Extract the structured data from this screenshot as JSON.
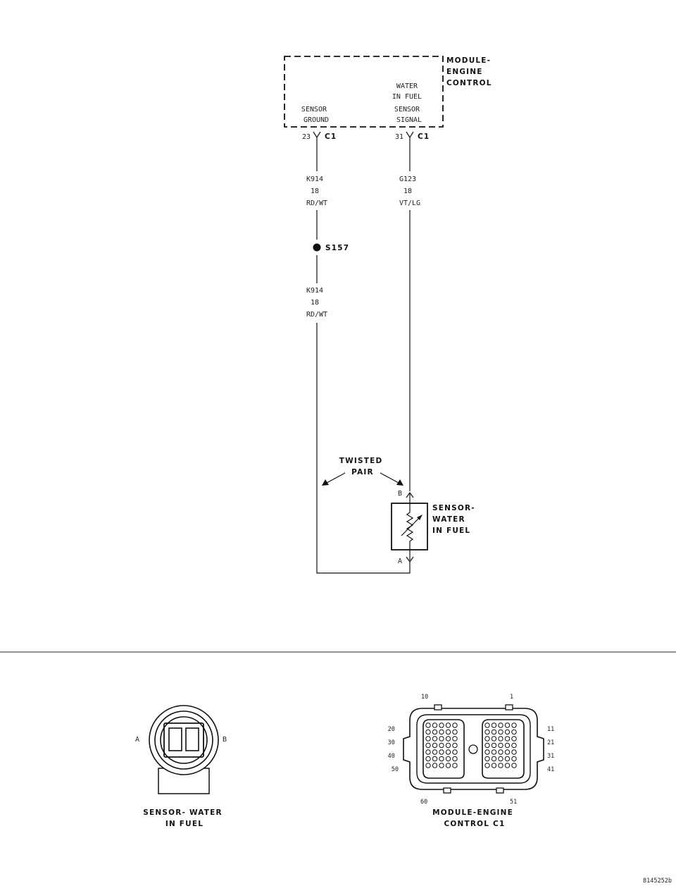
{
  "module": {
    "name_lines": [
      "MODULE-",
      "ENGINE",
      "CONTROL"
    ],
    "sensor_ground_lines": [
      "SENSOR",
      "GROUND"
    ],
    "wif_signal_lines": [
      "WATER",
      "IN FUEL",
      "SENSOR",
      "SIGNAL"
    ],
    "pin_left": "23",
    "pin_right": "31",
    "connector_label": "C1"
  },
  "wires": {
    "left_upper": [
      "K914",
      "18",
      "RD/WT"
    ],
    "left_lower": [
      "K914",
      "18",
      "RD/WT"
    ],
    "right": [
      "G123",
      "18",
      "VT/LG"
    ]
  },
  "splice": {
    "label": "S157"
  },
  "twisted_pair": {
    "lines": [
      "TWISTED",
      "PAIR"
    ]
  },
  "sensor": {
    "name_lines": [
      "SENSOR-",
      "WATER",
      "IN FUEL"
    ],
    "pin_top": "B",
    "pin_bottom": "A"
  },
  "connector_views": {
    "sensor": {
      "pin_left": "A",
      "pin_right": "B",
      "caption_lines": [
        "SENSOR- WATER",
        "IN FUEL"
      ]
    },
    "module": {
      "top_left": "10",
      "top_right": "1",
      "left_labels": [
        "20",
        "30",
        "40",
        "50"
      ],
      "right_labels": [
        "11",
        "21",
        "31",
        "41"
      ],
      "bottom_left": "60",
      "bottom_right": "51",
      "caption_lines": [
        "MODULE-ENGINE",
        "CONTROL C1"
      ]
    }
  },
  "figure_id": "8145252b"
}
